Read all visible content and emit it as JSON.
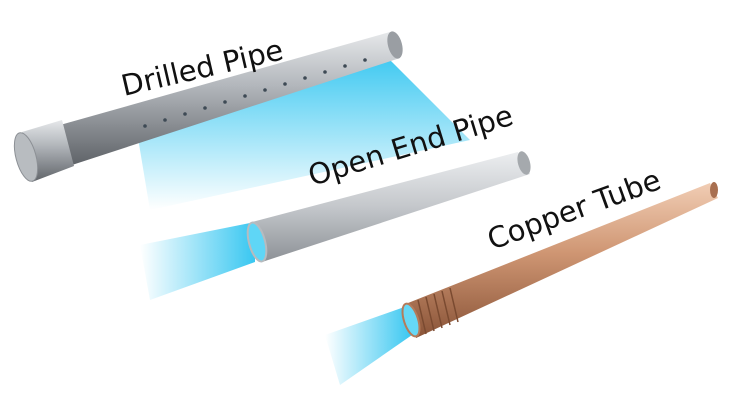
{
  "labels": {
    "drilled_pipe": "Drilled Pipe",
    "open_end_pipe": "Open End Pipe",
    "copper_tube": "Copper Tube"
  },
  "colors": {
    "spray": "#3cc8f0",
    "steel": "#a9adb2",
    "galvanized": "#c9ccd0",
    "copper": "#c98f6c",
    "text": "#111111"
  }
}
